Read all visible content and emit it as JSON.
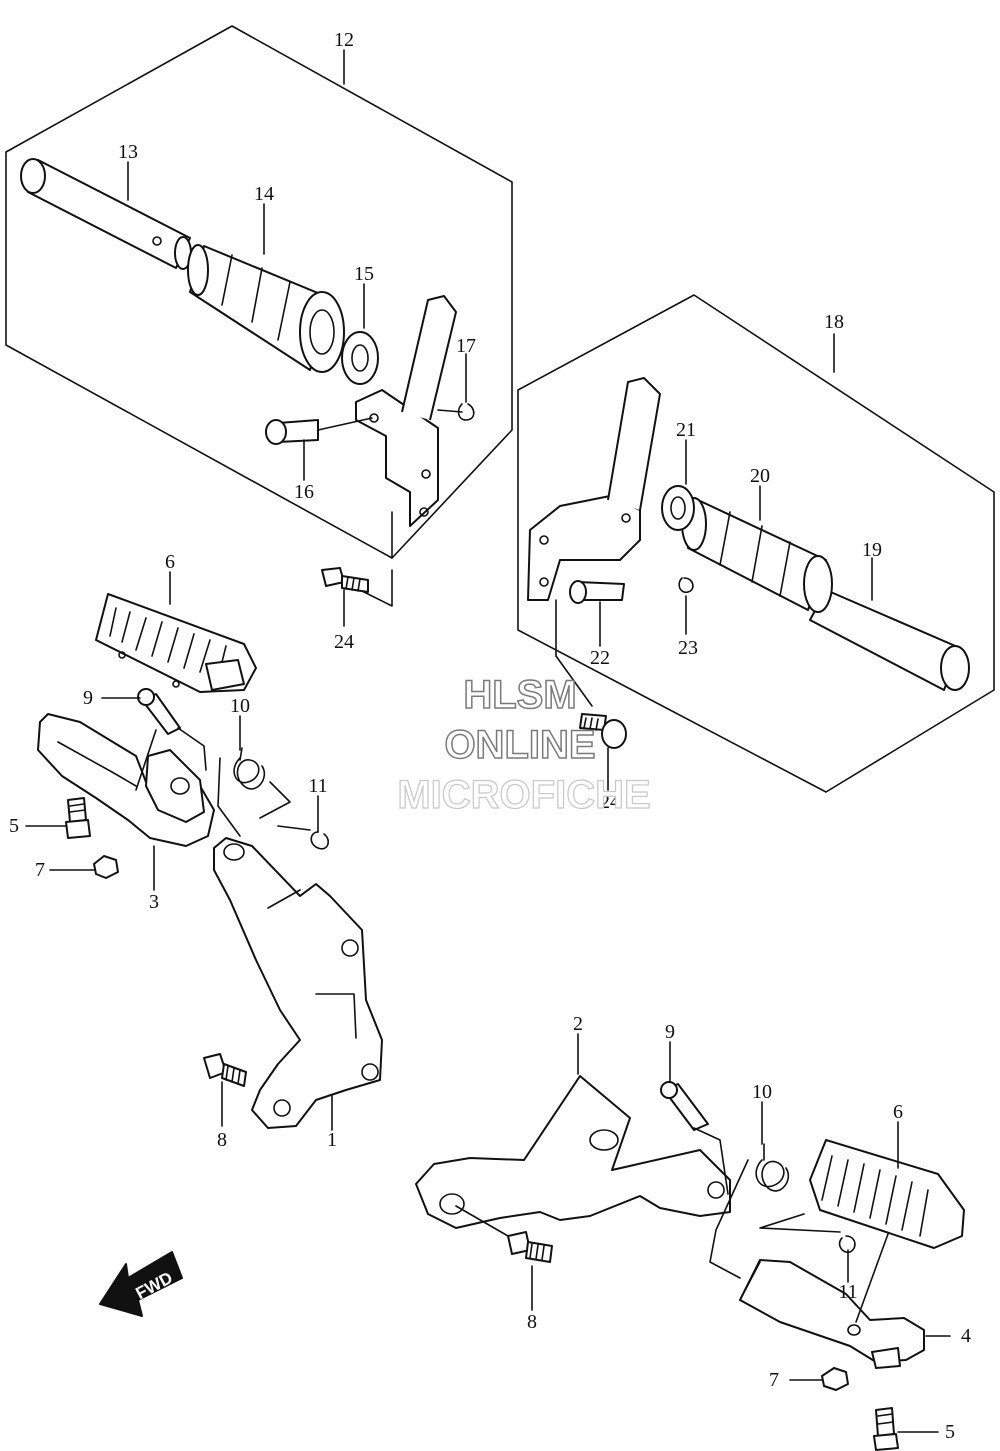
{
  "diagram": {
    "callouts": {
      "c1": "1",
      "c2": "2",
      "c3": "3",
      "c4": "4",
      "c5a": "5",
      "c5b": "5",
      "c6a": "6",
      "c6b": "6",
      "c7a": "7",
      "c7b": "7",
      "c8a": "8",
      "c8b": "8",
      "c9a": "9",
      "c9b": "9",
      "c10a": "10",
      "c10b": "10",
      "c11a": "11",
      "c11b": "11",
      "c12": "12",
      "c13": "13",
      "c14": "14",
      "c15": "15",
      "c16": "16",
      "c17": "17",
      "c18": "18",
      "c19": "19",
      "c20": "20",
      "c21": "21",
      "c22": "22",
      "c23": "23",
      "c24a": "24",
      "c24b": "24"
    },
    "fwd_label": "FWD"
  },
  "watermark": {
    "line1": "HLSM",
    "line2": "ONLINE",
    "line3": "MICROFICHE"
  }
}
